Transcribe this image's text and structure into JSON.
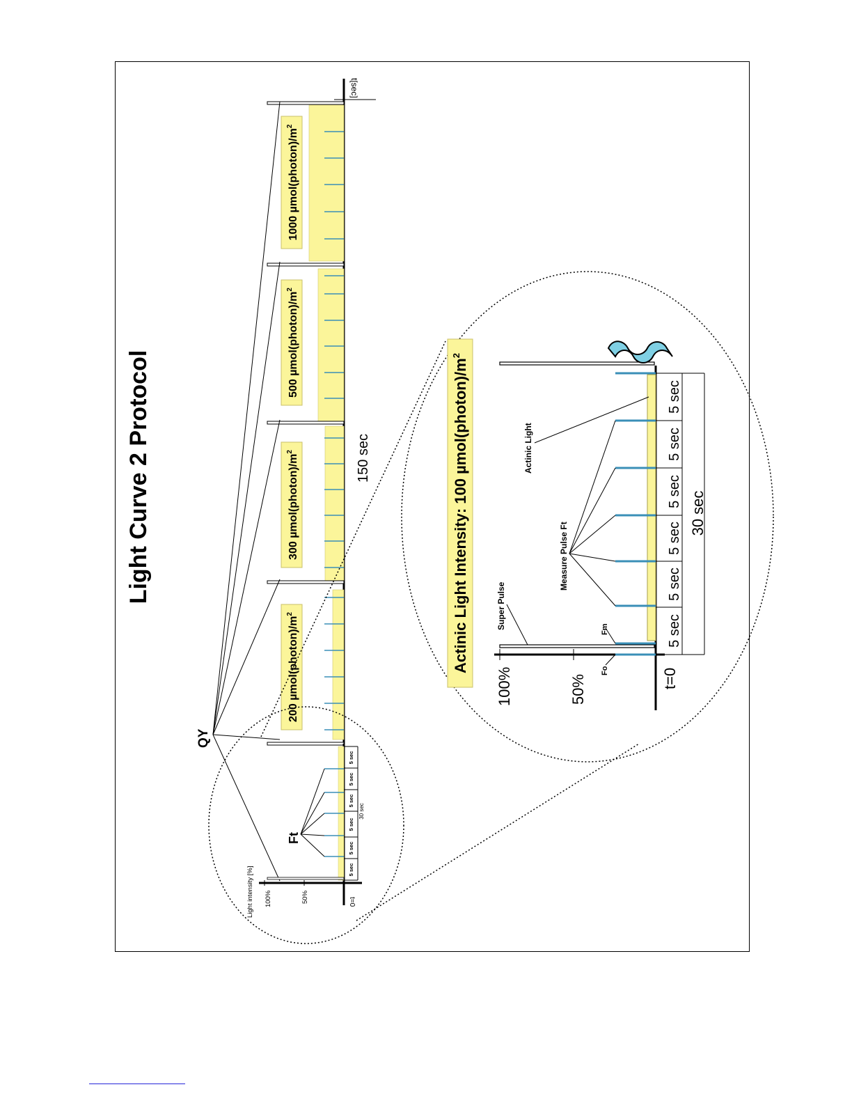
{
  "title": "Light Curve 2 Protocol",
  "main_axis_label": "t[sec]",
  "total_duration_label": "150 sec",
  "qy_label": "QY",
  "intensity_steps": [
    {
      "label_main": "200 µmol(photon)/m",
      "label_sup": "2"
    },
    {
      "label_main": "300 µmol(photon)/m",
      "label_sup": "2"
    },
    {
      "label_main": "500 µmol(photon)/m",
      "label_sup": "2"
    },
    {
      "label_main": "1000 µmol(photon)/m",
      "label_sup": "2"
    }
  ],
  "small_detail": {
    "ylabel": "Light intensity [%]",
    "tick_100": "100%",
    "tick_50": "50%",
    "t0": "t=0",
    "ft_label": "Ft",
    "intervals": [
      "5 sec",
      "5 sec",
      "5 sec",
      "5 sec",
      "5 sec",
      "5 sec"
    ],
    "total": "30 sec"
  },
  "zoom": {
    "title_main": "Actinic Light Intensity: 100 µmol(photon)/m",
    "title_sup": "2",
    "tick_100": "100%",
    "tick_50": "50%",
    "t0": "t=0",
    "fo_label": "Fo",
    "fm_label": "Fm",
    "super_pulse_label": "Super Pulse",
    "measure_pulse_label": "Measure Pulse Ft",
    "actinic_light_label": "Actinic Light",
    "intervals": [
      "5 sec",
      "5 sec",
      "5 sec",
      "5 sec",
      "5 sec",
      "5 sec"
    ],
    "total": "30 sec"
  },
  "colors": {
    "actinic_fill": "#fbf59a",
    "label_fill": "#fbf59a",
    "label_border": "#c9c06a",
    "measure_pulse": "#3a8fb7",
    "wave_fill": "#7fd0e4"
  }
}
